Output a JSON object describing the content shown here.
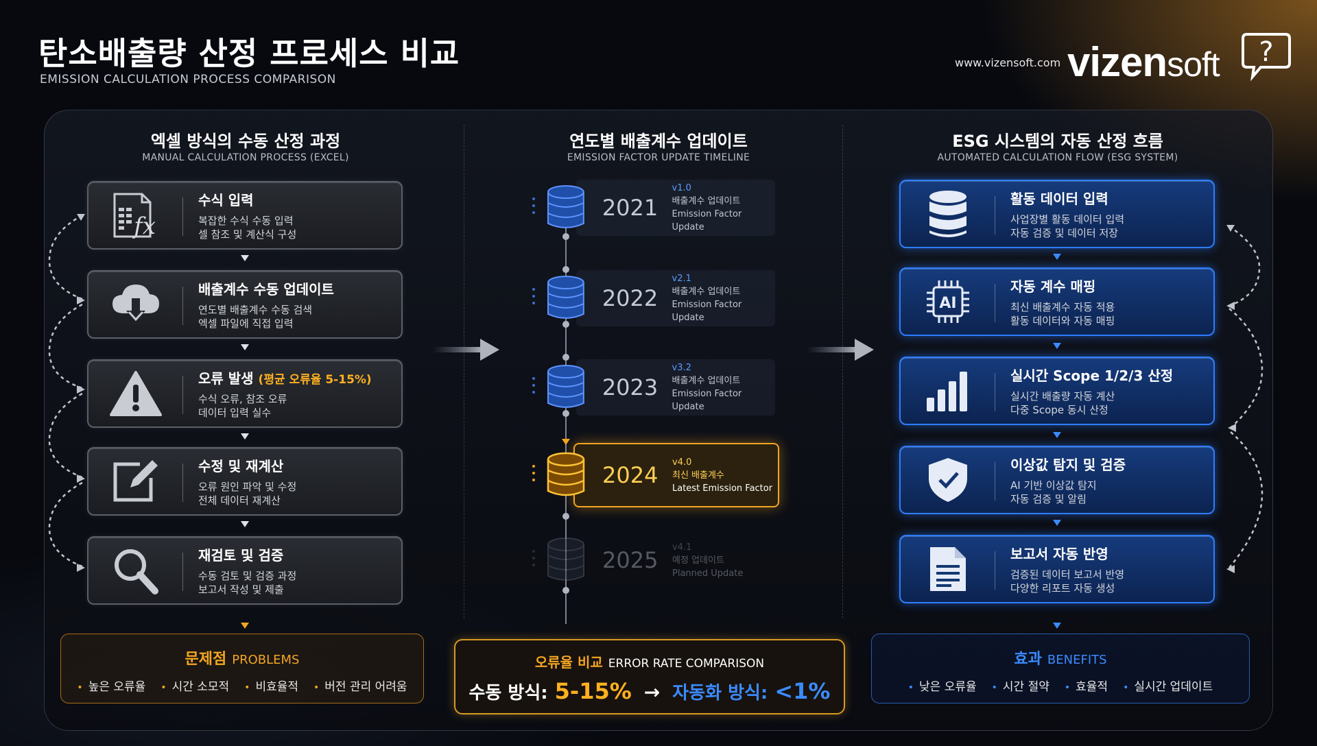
{
  "header": {
    "title": "탄소배출량 산정 프로세스 비교",
    "subtitle": "EMISSION CALCULATION PROCESS COMPARISON",
    "website": "www.vizensoft.com",
    "logo_main": "vizen",
    "logo_soft": "soft",
    "logo_icon_glyph": "?"
  },
  "left": {
    "title": "엑셀 방식의 수동 산정 과정",
    "subtitle": "MANUAL CALCULATION PROCESS (EXCEL)",
    "steps": [
      {
        "title": "수식 입력",
        "line1": "복잡한 수식 수동 입력",
        "line2": "셀 참조 및 계산식 구성",
        "icon": "spreadsheet-formula-icon"
      },
      {
        "title": "배출계수 수동 업데이트",
        "line1": "연도별 배출계수 수동 검색",
        "line2": "엑셀 파일에 직접 입력",
        "icon": "cloud-download-icon"
      },
      {
        "title": "오류 발생",
        "title_note": "(평균 오류율 5-15%)",
        "line1": "수식 오류, 참조 오류",
        "line2": "데이터 입력 실수",
        "icon": "warning-icon"
      },
      {
        "title": "수정 및 재계산",
        "line1": "오류 원인 파악 및 수정",
        "line2": "전체 데이터 재계산",
        "icon": "edit-icon"
      },
      {
        "title": "재검토 및 검증",
        "line1": "수동 검토 및 검증 과정",
        "line2": "보고서 작성 및 제출",
        "icon": "magnifier-icon"
      }
    ],
    "problems": {
      "title": "문제점",
      "title_en": "PROBLEMS",
      "items": [
        "높은 오류율",
        "시간 소모적",
        "비효율적",
        "버전 관리 어려움"
      ]
    }
  },
  "middle": {
    "title": "연도별 배출계수 업데이트",
    "subtitle": "EMISSION FACTOR UPDATE TIMELINE",
    "timeline": [
      {
        "year": "2021",
        "version": "v1.0",
        "label_ko": "배출계수 업데이트",
        "label_en": "Emission Factor Update",
        "state": "past"
      },
      {
        "year": "2022",
        "version": "v2.1",
        "label_ko": "배출계수 업데이트",
        "label_en": "Emission Factor Update",
        "state": "past"
      },
      {
        "year": "2023",
        "version": "v3.2",
        "label_ko": "배출계수 업데이트",
        "label_en": "Emission Factor Update",
        "state": "past"
      },
      {
        "year": "2024",
        "version": "v4.0",
        "label_ko": "최신 배출계수",
        "label_en": "Latest Emission Factor",
        "state": "active"
      },
      {
        "year": "2025",
        "version": "v4.1",
        "label_ko": "예정 업데이트",
        "label_en": "Planned Update",
        "state": "planned"
      }
    ],
    "error_compare": {
      "title": "오류율 비교",
      "title_en": "ERROR RATE COMPARISON",
      "manual_label": "수동 방식:",
      "manual_value": "5-15%",
      "arrow": "→",
      "auto_label": "자동화 방식:",
      "auto_value": "<1%"
    }
  },
  "right": {
    "title": "ESG 시스템의 자동 산정 흐름",
    "subtitle": "AUTOMATED CALCULATION FLOW (ESG SYSTEM)",
    "steps": [
      {
        "title": "활동 데이터 입력",
        "line1": "사업장별 활동 데이터 입력",
        "line2": "자동 검증 및 데이터 저장",
        "icon": "database-icon"
      },
      {
        "title": "자동 계수 매핑",
        "line1": "최신 배출계수 자동 적용",
        "line2": "활동 데이터와 자동 매핑",
        "icon": "ai-chip-icon",
        "icon_text": "AI"
      },
      {
        "title": "실시간 Scope 1/2/3 산정",
        "line1": "실시간 배출량 자동 계산",
        "line2": "다중 Scope 동시 산정",
        "icon": "bar-chart-icon"
      },
      {
        "title": "이상값 탐지 및 검증",
        "line1": "AI 기반 이상값 탐지",
        "line2": "자동 검증 및 알림",
        "icon": "shield-check-icon"
      },
      {
        "title": "보고서 자동 반영",
        "line1": "검증된 데이터 보고서 반영",
        "line2": "다양한 리포트 자동 생성",
        "icon": "document-icon"
      }
    ],
    "benefits": {
      "title": "효과",
      "title_en": "BENEFITS",
      "items": [
        "낮은 오류율",
        "시간 절약",
        "효율적",
        "실시간 업데이트"
      ]
    }
  },
  "colors": {
    "accent_orange": "#f3a522",
    "accent_blue": "#2f7dff",
    "background": "#07090f"
  }
}
